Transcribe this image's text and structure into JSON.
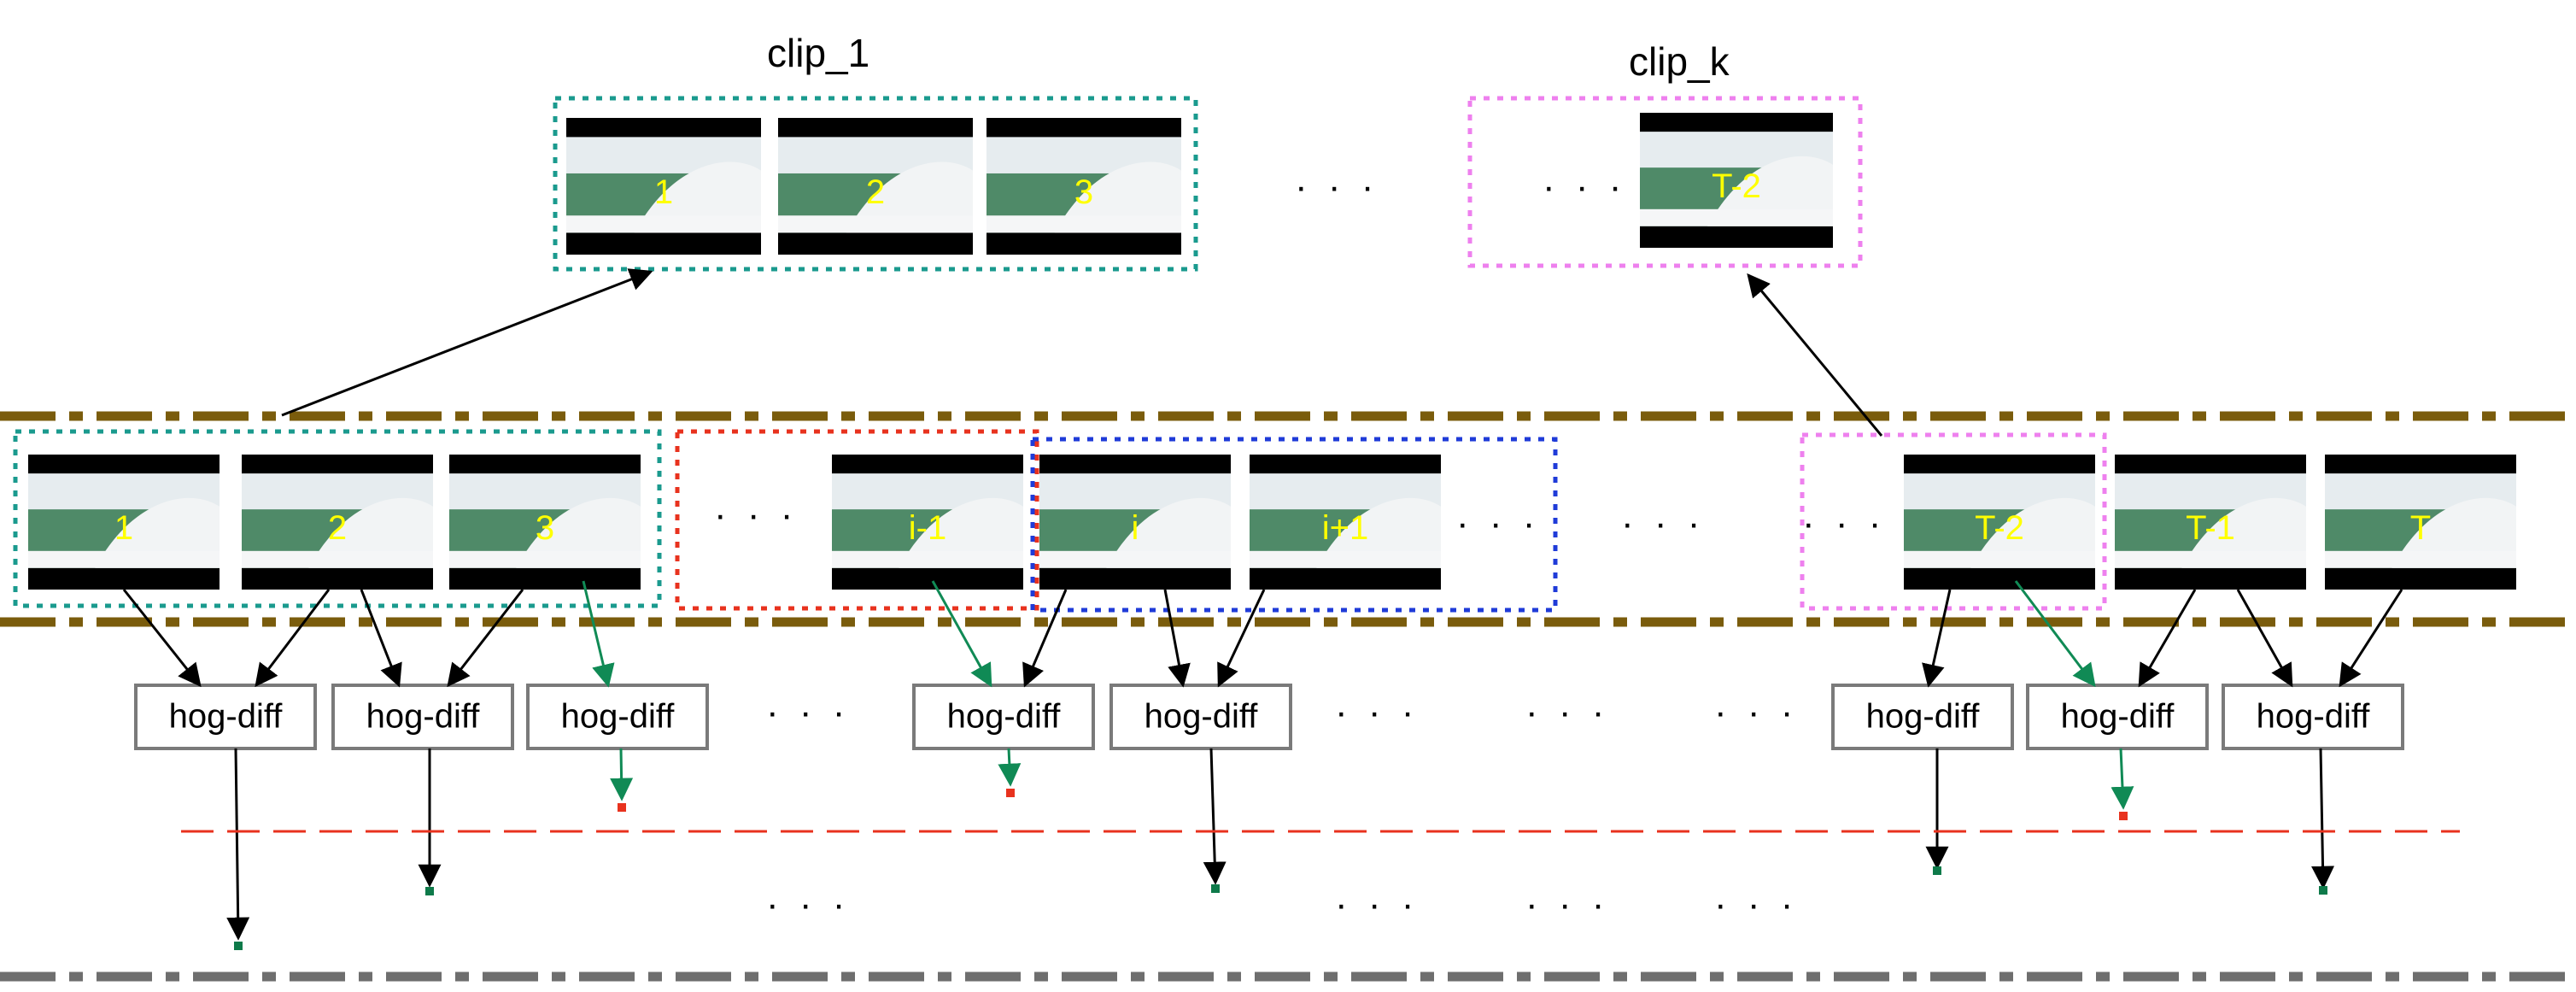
{
  "colors": {
    "teal": "#1a9a8e",
    "red": "#e8321e",
    "blue": "#1f3bd8",
    "pink": "#ee80ee",
    "olive": "#7a5c0c",
    "gray": "#6e6e6e",
    "green_arrow": "#108a55",
    "red_marker": "#e8321e",
    "green_marker": "#0e7a4a",
    "frame_number": "#ffff00",
    "sky": "#e6ecef",
    "wave": "#4f8a68",
    "foam": "#f2f4f5"
  },
  "clips": {
    "first_title": "clip_1",
    "last_title": "clip_k",
    "first_frames": [
      "1",
      "2",
      "3"
    ],
    "last_frames": [
      "T-2"
    ]
  },
  "sequence_frames": [
    "1",
    "2",
    "3",
    "i-1",
    "i",
    "i+1",
    "T-2",
    "T-1",
    "T"
  ],
  "hog_boxes": [
    "hog-diff",
    "hog-diff",
    "hog-diff",
    "hog-diff",
    "hog-diff",
    "hog-diff",
    "hog-diff",
    "hog-diff"
  ],
  "ellipsis": "· · ·",
  "icons": [
    "arrow-icon",
    "threshold-marker-icon"
  ]
}
